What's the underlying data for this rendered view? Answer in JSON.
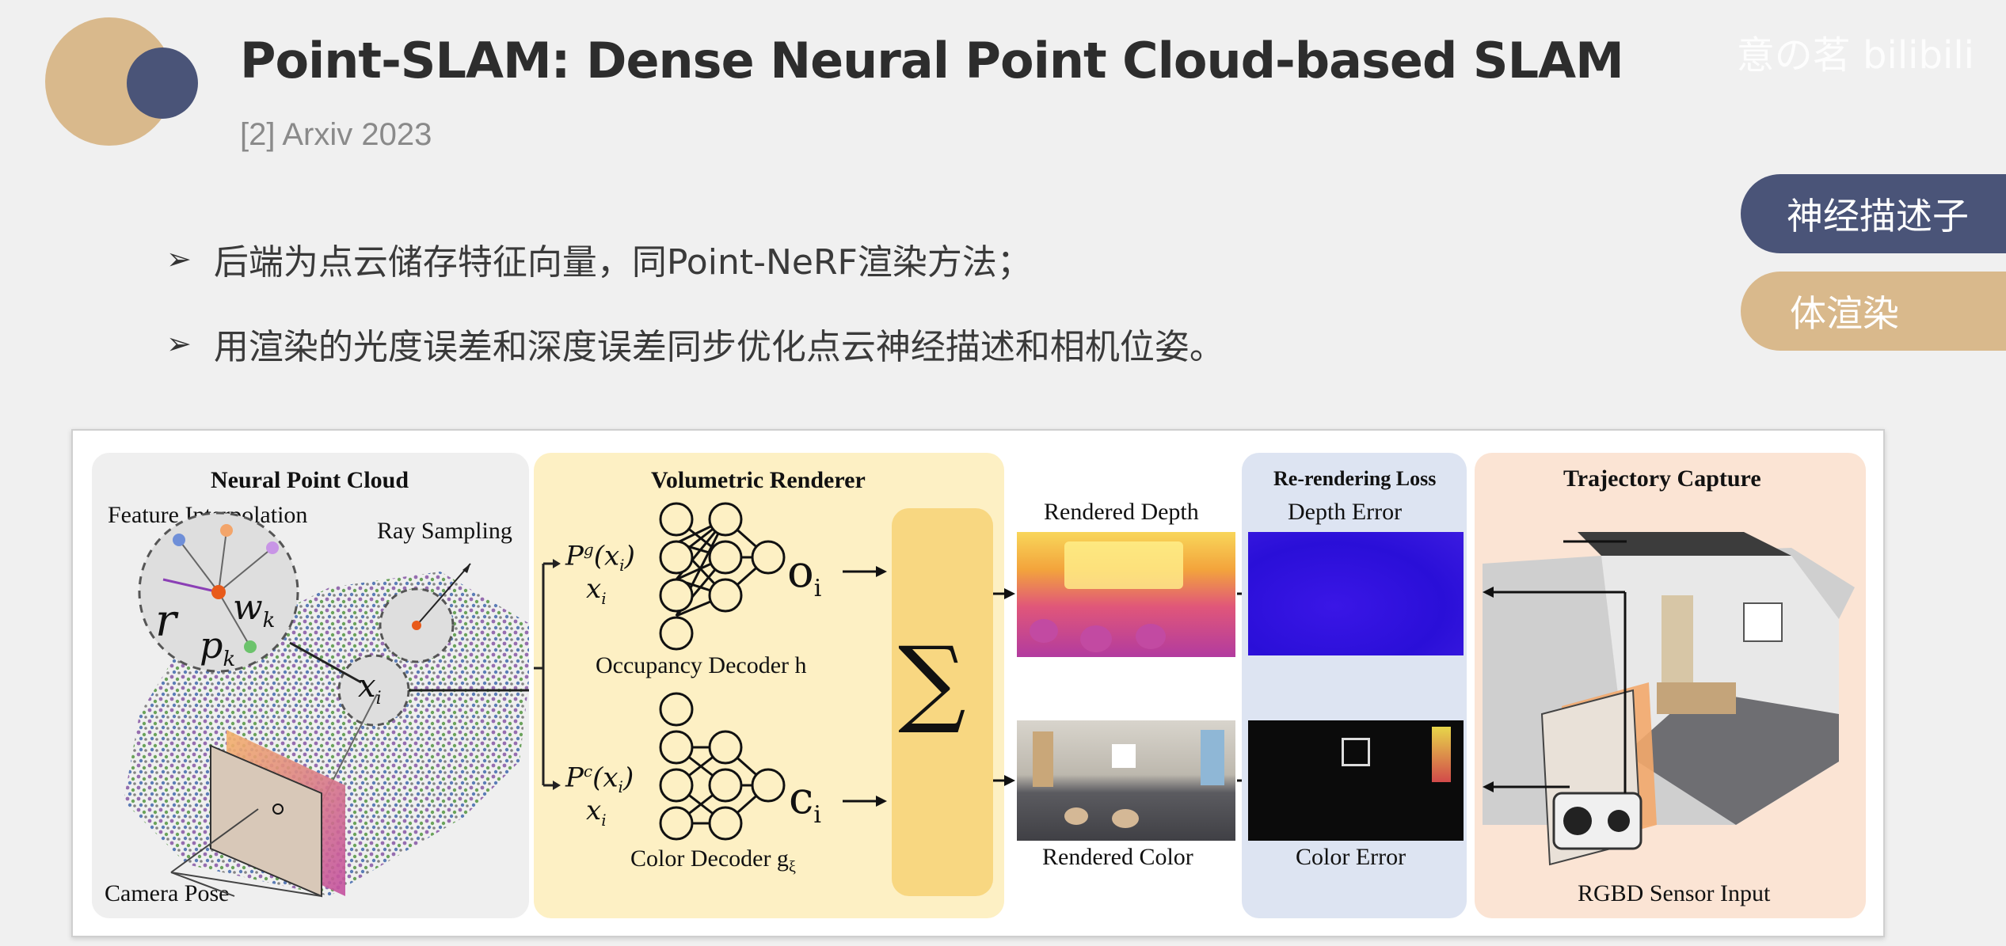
{
  "header": {
    "title": "Point-SLAM: Dense Neural Point Cloud-based SLAM",
    "subtitle": "[2] Arxiv 2023",
    "watermark": "意の茗 bilibili"
  },
  "bullets": [
    "后端为点云储存特征向量，同Point-NeRF渲染方法；",
    "用渲染的光度误差和深度误差同步优化点云神经描述和相机位姿。"
  ],
  "tags": [
    {
      "label": "神经描述子",
      "color": "#4a5478"
    },
    {
      "label": "体渲染",
      "color": "#d9b98c"
    }
  ],
  "colors": {
    "accent_tan": "#d9b98c",
    "accent_navy": "#4a5478"
  },
  "figure": {
    "neural_point_cloud": {
      "title": "Neural Point Cloud",
      "feature_interpolation": "Feature Interpolation",
      "ray_sampling": "Ray Sampling",
      "camera_pose": "Camera Pose",
      "sym_r": "r",
      "sym_wk": "w",
      "sym_wk_sub": "k",
      "sym_pk": "p",
      "sym_pk_sub": "k",
      "sym_xi": "x",
      "sym_xi_sub": "i"
    },
    "volumetric_renderer": {
      "title": "Volumetric Renderer",
      "pg": "P",
      "pg_sup": "g",
      "pg_arg": "(x",
      "pg_arg_sub": "i",
      "pg_close": ")",
      "pc": "P",
      "pc_sup": "c",
      "xi": "x",
      "xi_sub": "i",
      "occupancy_decoder": "Occupancy Decoder h",
      "color_decoder": "Color Decoder g",
      "color_decoder_sub": "ξ",
      "oi": "o",
      "oi_sub": "i",
      "ci": "c",
      "ci_sub": "i",
      "sum": "∑"
    },
    "rendered": {
      "depth": "Rendered Depth",
      "color": "Rendered Color"
    },
    "loss": {
      "title": "Re-rendering Loss",
      "depth_error": "Depth Error",
      "color_error": "Color Error"
    },
    "trajectory": {
      "title": "Trajectory Capture",
      "sensor": "RGBD Sensor Input"
    }
  }
}
